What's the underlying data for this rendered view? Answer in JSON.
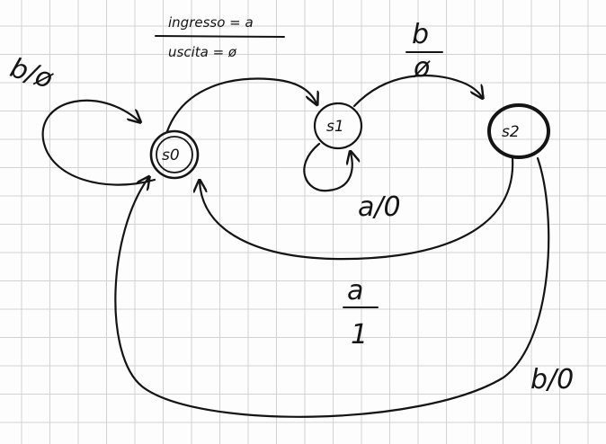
{
  "diagram": {
    "states": [
      {
        "id": "s0",
        "label": "s0"
      },
      {
        "id": "s1",
        "label": "s1"
      },
      {
        "id": "s2",
        "label": "s2"
      }
    ],
    "initial_note": {
      "top": "ingresso = a",
      "bottom": "uscita = ø"
    },
    "transitions": [
      {
        "from": "s0",
        "to": "s0",
        "label": "b/ø"
      },
      {
        "from": "s0",
        "to": "s1",
        "label": ""
      },
      {
        "from": "s1",
        "to": "s1",
        "label": "a/0"
      },
      {
        "from": "s1",
        "to": "s2",
        "label_top": "b",
        "label_bottom": "ø"
      },
      {
        "from": "s2",
        "to": "s0",
        "label_top": "a",
        "label_bottom": "1"
      },
      {
        "from": "s2",
        "to": "s0",
        "label": "b/0"
      }
    ]
  },
  "colors": {
    "ink": "#141414",
    "grid": "#d2d2d2",
    "paper": "#fdfdfd"
  }
}
